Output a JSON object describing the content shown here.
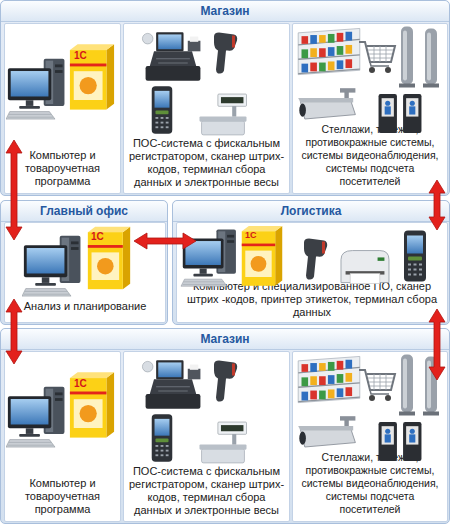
{
  "diagram": {
    "nodes": [
      {
        "text": [
          "Магазин"
        ]
      },
      {
        "text": [
          "Компьютер и товароучетная программа"
        ],
        "in": 0
      },
      {
        "text": [
          "ПОС-система с фискальным регистратором, сканер штрих-кодов, терминал сбора данных и электронные весы"
        ],
        "in": 0
      },
      {
        "text": [
          "Стеллажи, тележки, противокражные системы, системы видеонаблюдения, системы подсчета посетителей"
        ],
        "in": 0
      },
      {
        "text": [
          "Главный офис"
        ]
      },
      {
        "text": [
          "Анализ и планирование"
        ],
        "in": 4
      },
      {
        "text": [
          "Логистика"
        ]
      },
      {
        "text": [
          "Компьютер и специализированное ПО, сканер штрих -кодов, принтер этикеток, терминал сбора данных"
        ],
        "in": 6
      },
      {
        "text": [
          "Магазин"
        ]
      },
      {
        "text": [
          "Компьютер и товароучетная программа"
        ],
        "in": 8
      },
      {
        "text": [
          "ПОС-система с фискальным регистратором, сканер штрих-кодов, терминал сбора данных и электронные весы"
        ],
        "in": 8
      },
      {
        "text": [
          "Стеллажи, тележки, противокражные системы, системы видеонаблюдения, системы подсчета посетителей"
        ],
        "in": 8
      }
    ],
    "edges": [
      {
        "from": 0,
        "to": 4,
        "arrow": "both"
      },
      {
        "from": 0,
        "to": 6,
        "arrow": "both"
      },
      {
        "from": 4,
        "to": 6,
        "arrow": "both"
      },
      {
        "from": 4,
        "to": 8,
        "arrow": "both"
      },
      {
        "from": 6,
        "to": 8,
        "arrow": "both"
      }
    ],
    "labels": [
      "1С",
      "1С",
      "1С",
      "1С"
    ]
  }
}
